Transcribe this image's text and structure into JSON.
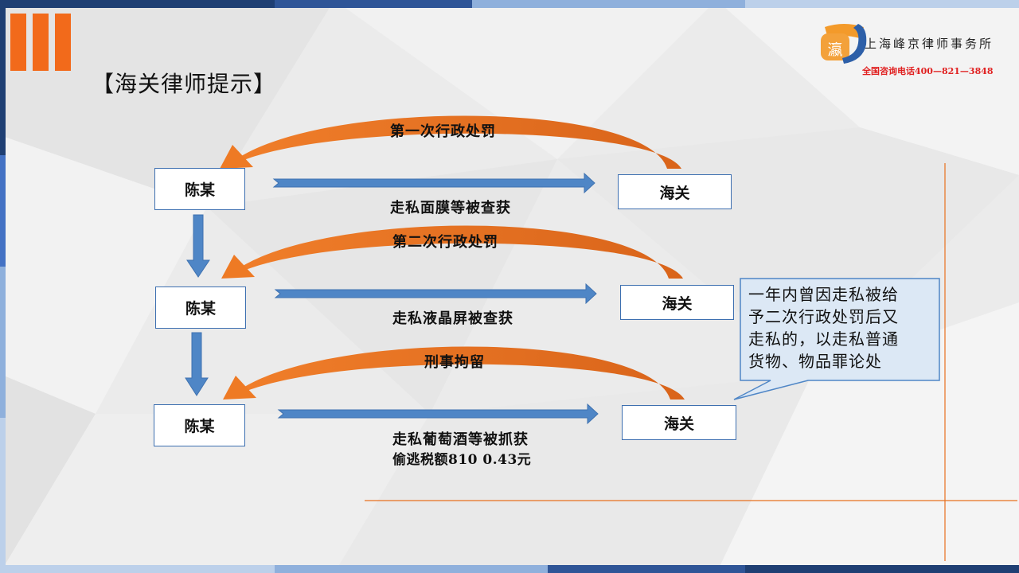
{
  "slide": {
    "title": "【海关律师提示】"
  },
  "firm": {
    "logo_char": "瀛",
    "name": "上海峰京律师事务所",
    "phone": "全国咨询电话400—821—3848"
  },
  "diagram": {
    "rows": [
      {
        "left_node": "陈某",
        "right_node": "海关",
        "penalty_label": "第一次行政处罚",
        "event_label": "走私面膜等被查获",
        "event_label_2": ""
      },
      {
        "left_node": "陈某",
        "right_node": "海关",
        "penalty_label": "第二次行政处罚",
        "event_label": "走私液晶屏被查获",
        "event_label_2": ""
      },
      {
        "left_node": "陈某",
        "right_node": "海关",
        "penalty_label": "刑事拘留",
        "event_label": "走私葡萄酒等被抓获",
        "event_label_2": "偷逃税额810 0.43元"
      }
    ],
    "callout": {
      "lines": [
        "一年内曾因走私被给",
        "予二次行政处罚后又",
        "走私的，以走私普通",
        "货物、物品罪论处"
      ]
    }
  },
  "colors": {
    "accent_orange": "#e8701f",
    "arrow_blue": "#4f86c6",
    "box_border": "#3d6fb0",
    "callout_fill": "#dce8f5",
    "phone_red": "#e02020"
  }
}
